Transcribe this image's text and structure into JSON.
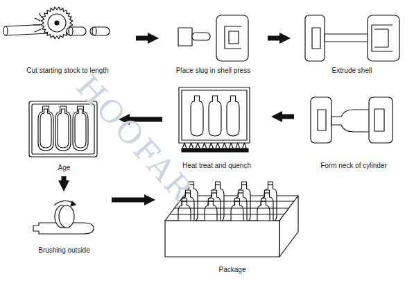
{
  "diagram": {
    "nodes": [
      {
        "text": [
          "Cut starting stock to length"
        ]
      },
      {
        "text": [
          "Place slug in shell press"
        ]
      },
      {
        "text": [
          "Extrude shell"
        ]
      },
      {
        "text": [
          "Form neck of cylinder"
        ]
      },
      {
        "text": [
          "Heat treat and quench"
        ]
      },
      {
        "text": [
          "Age"
        ]
      },
      {
        "text": [
          "Brushing outside"
        ]
      },
      {
        "text": [
          "Package"
        ]
      }
    ],
    "edges": [
      {
        "from": 0,
        "to": 1,
        "arrow": "to"
      },
      {
        "from": 1,
        "to": 2,
        "arrow": "to"
      },
      {
        "from": 3,
        "to": 4,
        "arrow": "to"
      },
      {
        "from": 4,
        "to": 5,
        "arrow": "to"
      },
      {
        "from": 5,
        "to": 6,
        "arrow": "to"
      },
      {
        "from": 6,
        "to": 7,
        "arrow": "to"
      }
    ],
    "labels": [
      "HOOFAR"
    ]
  }
}
